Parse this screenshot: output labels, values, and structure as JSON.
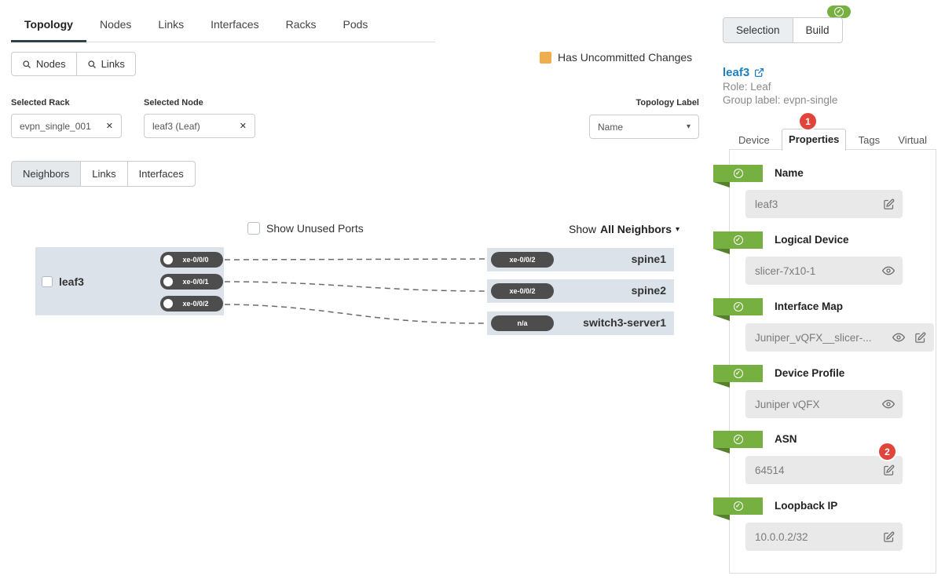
{
  "colors": {
    "green": "#76b041",
    "green_dark": "#55812c",
    "orange": "#f0ad4e",
    "red": "#e0443a",
    "blue": "#1c7fc0",
    "pill_gray": "#4d4d4d",
    "node_bg": "#dbe2e9",
    "input_bg": "#e9e9e9"
  },
  "icons": {
    "check": "✓",
    "close": "✕",
    "caret_down": "▾"
  },
  "main_tabs": [
    {
      "label": "Topology",
      "active": true
    },
    {
      "label": "Nodes",
      "active": false
    },
    {
      "label": "Links",
      "active": false
    },
    {
      "label": "Interfaces",
      "active": false
    },
    {
      "label": "Racks",
      "active": false
    },
    {
      "label": "Pods",
      "active": false
    }
  ],
  "search_buttons": [
    {
      "label": "Nodes"
    },
    {
      "label": "Links"
    }
  ],
  "filters": {
    "rack_label": "Selected Rack",
    "rack_value": "evpn_single_001",
    "node_label": "Selected Node",
    "node_value": "leaf3 (Leaf)"
  },
  "topology_label": {
    "label": "Topology Label",
    "value": "Name"
  },
  "uncommitted_label": "Has Uncommitted Changes",
  "sub_tabs": [
    {
      "label": "Neighbors",
      "active": true
    },
    {
      "label": "Links",
      "active": false
    },
    {
      "label": "Interfaces",
      "active": false
    }
  ],
  "diagram": {
    "show_unused_ports_label": "Show Unused Ports",
    "show_label": "Show",
    "show_value": "All Neighbors",
    "node": {
      "name": "leaf3",
      "ports": [
        "xe-0/0/0",
        "xe-0/0/1",
        "xe-0/0/2"
      ]
    },
    "neighbors": [
      {
        "port": "xe-0/0/2",
        "name": "spine1"
      },
      {
        "port": "xe-0/0/2",
        "name": "spine2"
      },
      {
        "port": "n/a",
        "name": "switch3-server1"
      }
    ]
  },
  "panel": {
    "tabs": [
      {
        "label": "Selection",
        "active": true
      },
      {
        "label": "Build",
        "active": false
      }
    ],
    "title": "leaf3",
    "role": "Role: Leaf",
    "group_label": "Group label: evpn-single",
    "detail_tabs": [
      {
        "label": "Device",
        "active": false
      },
      {
        "label": "Properties",
        "active": true,
        "badge": "1"
      },
      {
        "label": "Tags",
        "active": false
      },
      {
        "label": "Virtual",
        "active": false
      }
    ],
    "fields": [
      {
        "label": "Name",
        "value": "leaf3"
      },
      {
        "label": "Logical Device",
        "value": "slicer-7x10-1"
      },
      {
        "label": "Interface Map",
        "value": "Juniper_vQFX__slicer-..."
      },
      {
        "label": "Device Profile",
        "value": "Juniper vQFX"
      },
      {
        "label": "ASN",
        "value": "64514",
        "badge": "2"
      },
      {
        "label": "Loopback IP",
        "value": "10.0.0.2/32"
      }
    ]
  }
}
